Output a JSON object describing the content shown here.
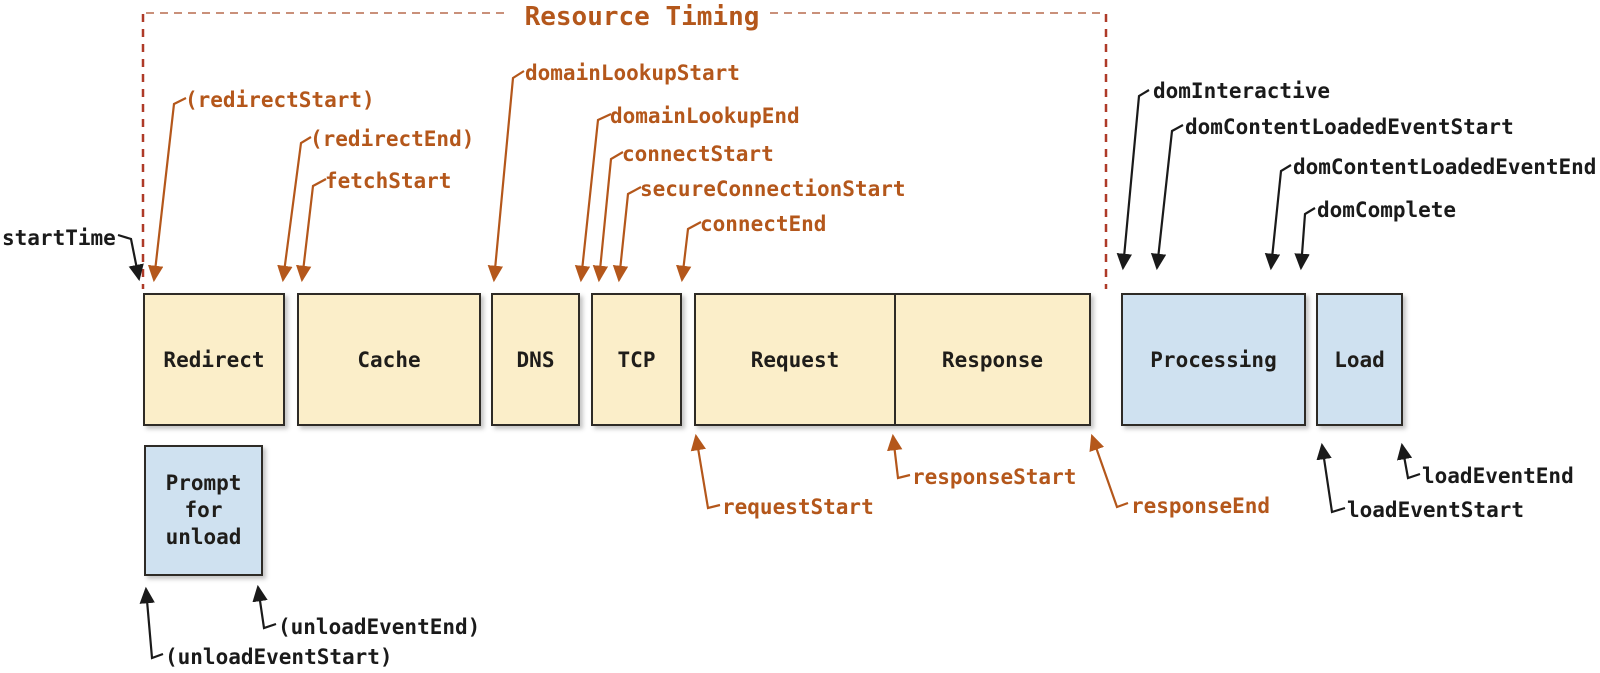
{
  "title": "Resource Timing",
  "phases": {
    "redirect": "Redirect",
    "cache": "Cache",
    "dns": "DNS",
    "tcp": "TCP",
    "request": "Request",
    "response": "Response",
    "processing": "Processing",
    "load": "Load"
  },
  "prompt_box": {
    "line1": "Prompt",
    "line2": "for",
    "line3": "unload"
  },
  "events": {
    "startTime": "startTime",
    "redirectStart": "(redirectStart)",
    "redirectEnd": "(redirectEnd)",
    "fetchStart": "fetchStart",
    "domainLookupStart": "domainLookupStart",
    "domainLookupEnd": "domainLookupEnd",
    "connectStart": "connectStart",
    "secureConnectionStart": "secureConnectionStart",
    "connectEnd": "connectEnd",
    "requestStart": "requestStart",
    "responseStart": "responseStart",
    "responseEnd": "responseEnd",
    "domInteractive": "domInteractive",
    "domContentLoadedEventStart": "domContentLoadedEventStart",
    "domContentLoadedEventEnd": "domContentLoadedEventEnd",
    "domComplete": "domComplete",
    "loadEventStart": "loadEventStart",
    "loadEventEnd": "loadEventEnd",
    "unloadEventStart": "(unloadEventStart)",
    "unloadEventEnd": "(unloadEventEnd)"
  },
  "colors": {
    "resource_phase_fill": "#fbeec9",
    "dom_phase_fill": "#cfe1f0",
    "accent_orange": "#b4571b",
    "bracket_dash_red": "#ae3a28",
    "bracket_dash_rose": "#c9907a",
    "text_black": "#1a1a1a",
    "box_border": "#2e2b26"
  }
}
